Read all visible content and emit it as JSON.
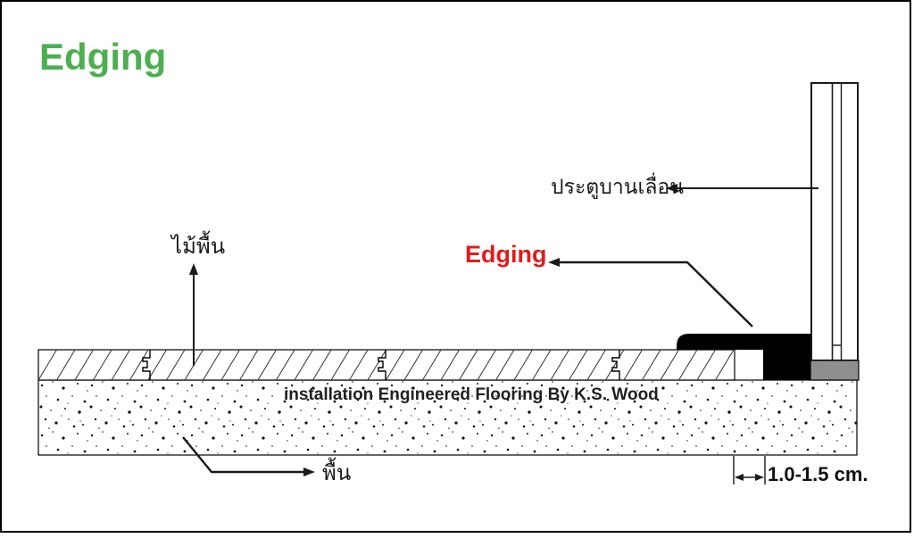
{
  "title": {
    "text": "Edging",
    "color": "#4CAF50"
  },
  "diagram": {
    "labels": {
      "wood_floor": "ไม้พื้น",
      "sliding_door": "ประตูบานเลื่อน",
      "edging_callout": "Edging",
      "subfloor": "พื้น",
      "watermark": "installation Engineered Flooring By K.S. Wood",
      "gap_dimension": "1.0-1.5 cm."
    },
    "colors": {
      "title_green": "#4CAF50",
      "edging_red": "#E21B1B",
      "edging_profile_fill": "#000000",
      "door_track_gray": "#8F8F8F",
      "line_black": "#1a1a1a"
    }
  }
}
